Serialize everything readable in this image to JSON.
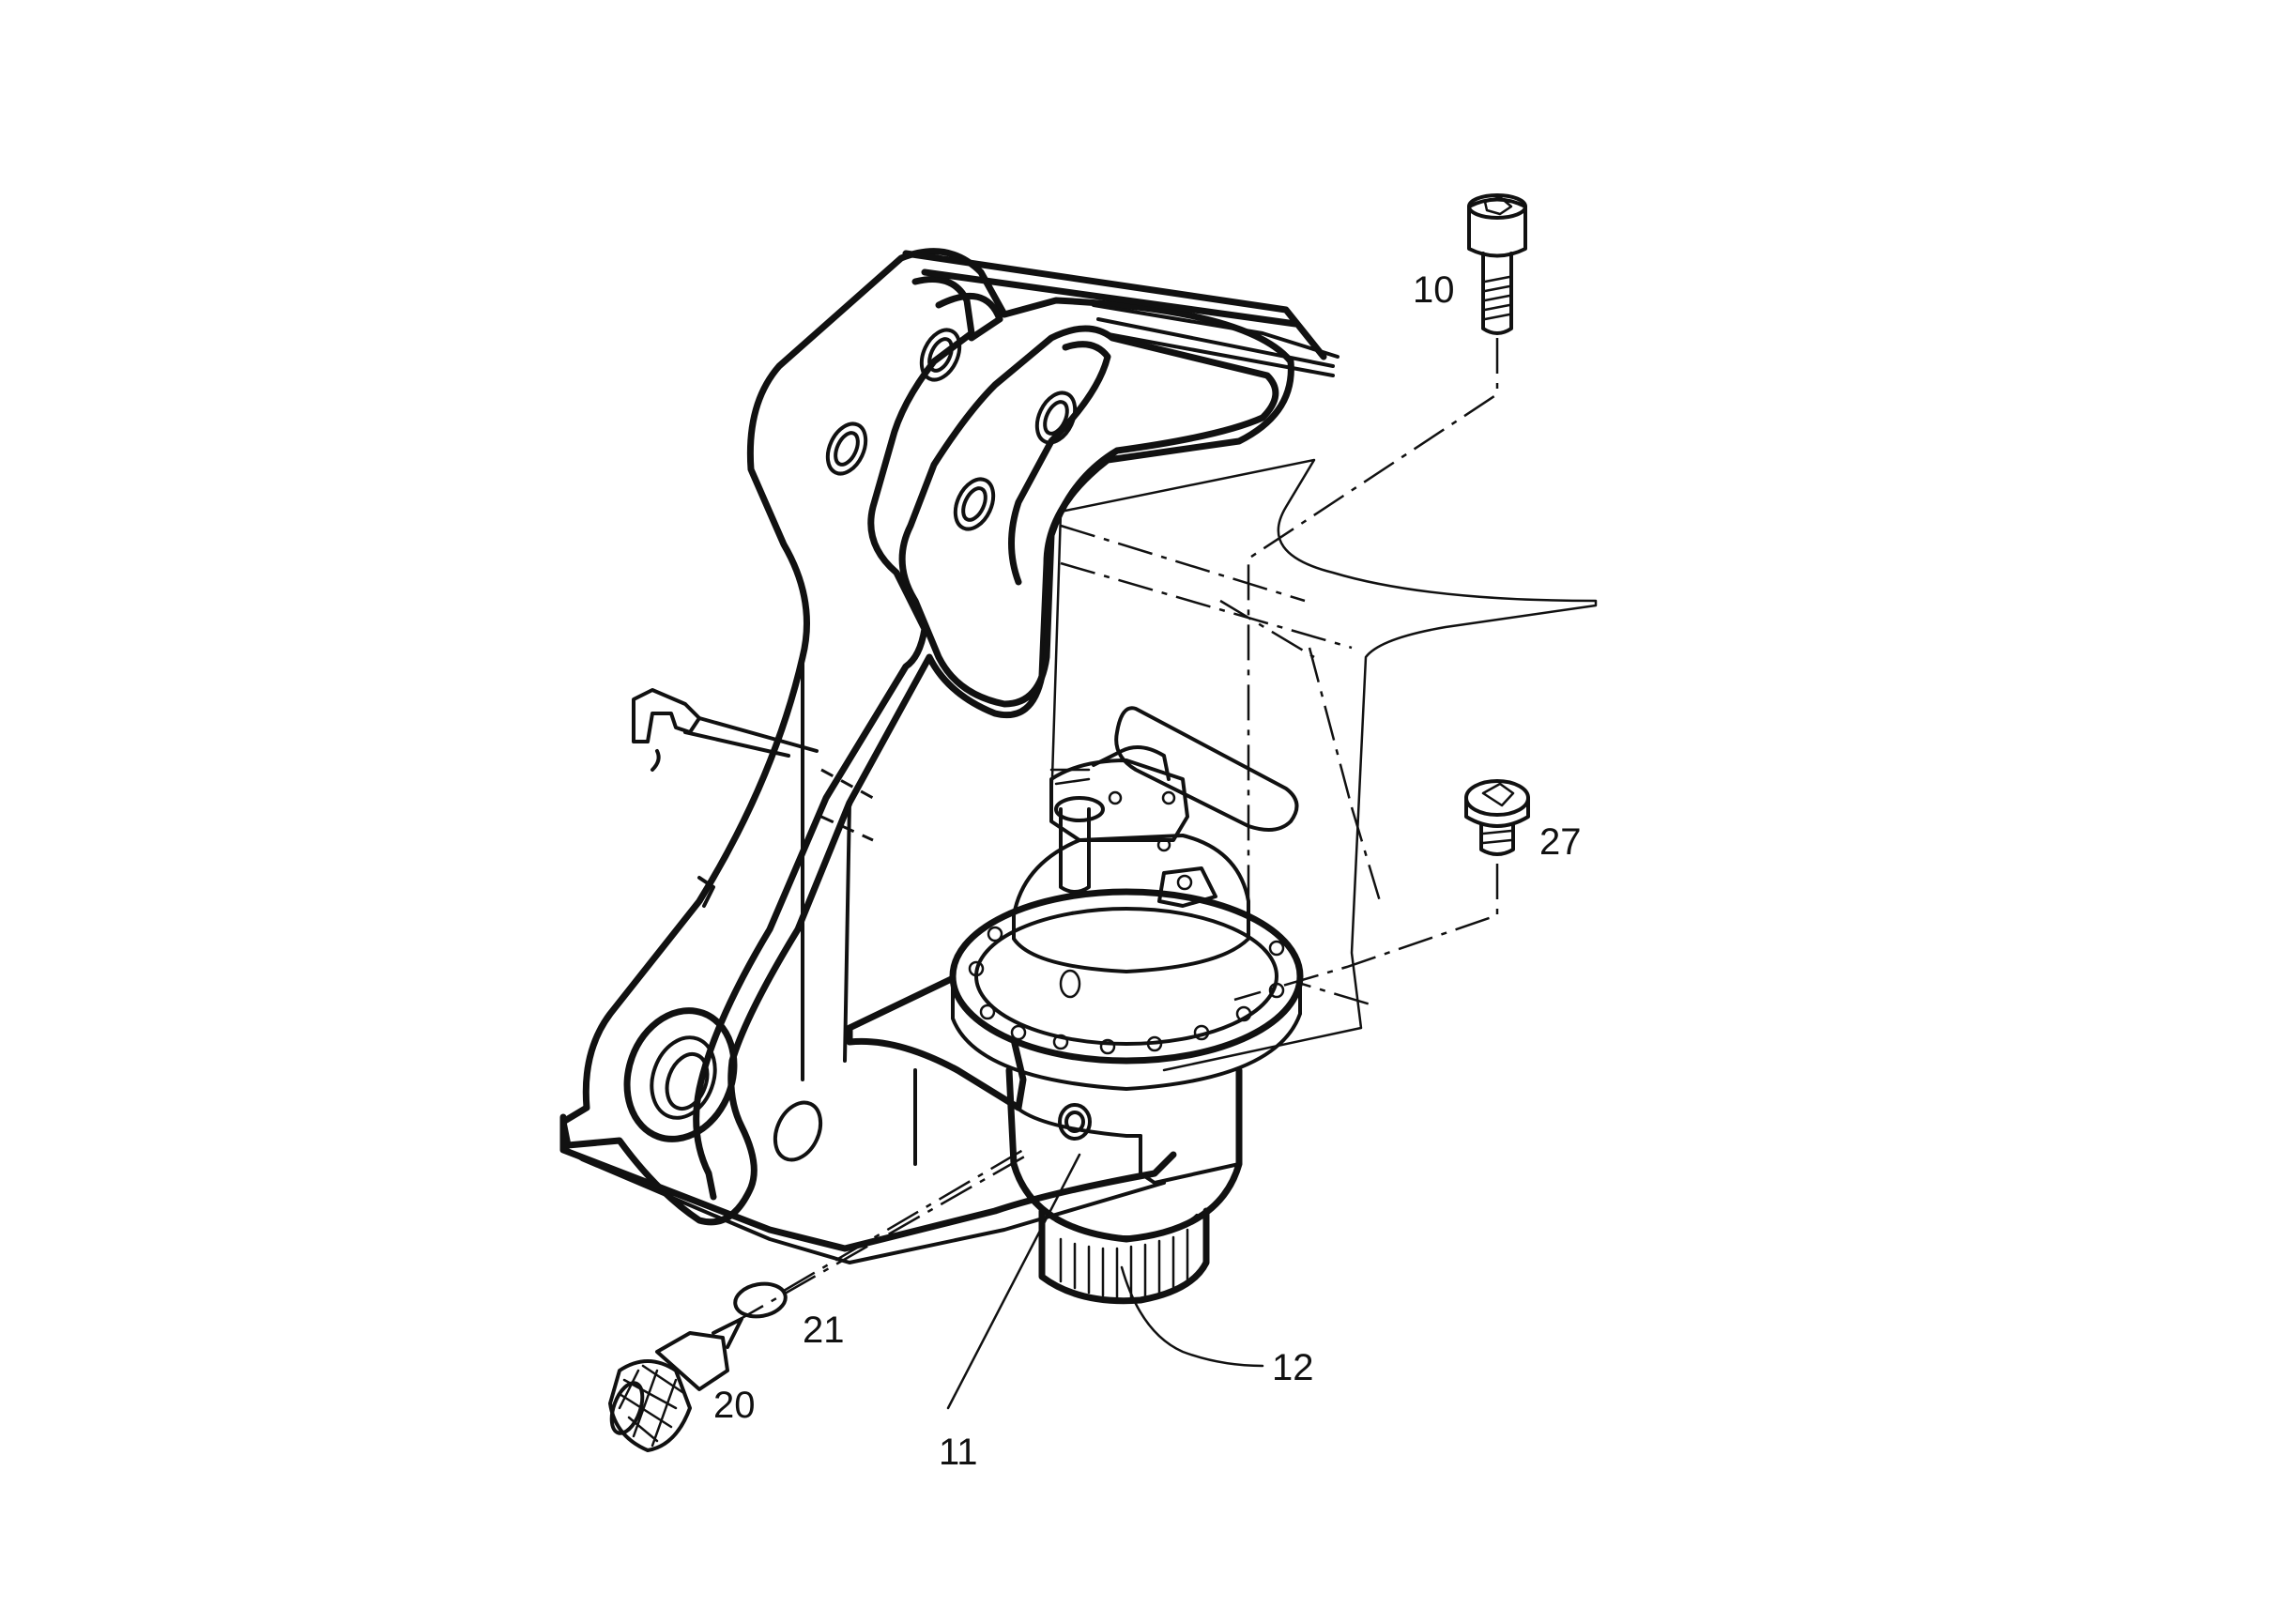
{
  "diagram": {
    "callouts": [
      {
        "id": "10",
        "label": "10"
      },
      {
        "id": "27",
        "label": "27"
      },
      {
        "id": "21",
        "label": "21"
      },
      {
        "id": "20",
        "label": "20"
      },
      {
        "id": "12",
        "label": "12"
      },
      {
        "id": "11",
        "label": "11"
      }
    ]
  }
}
